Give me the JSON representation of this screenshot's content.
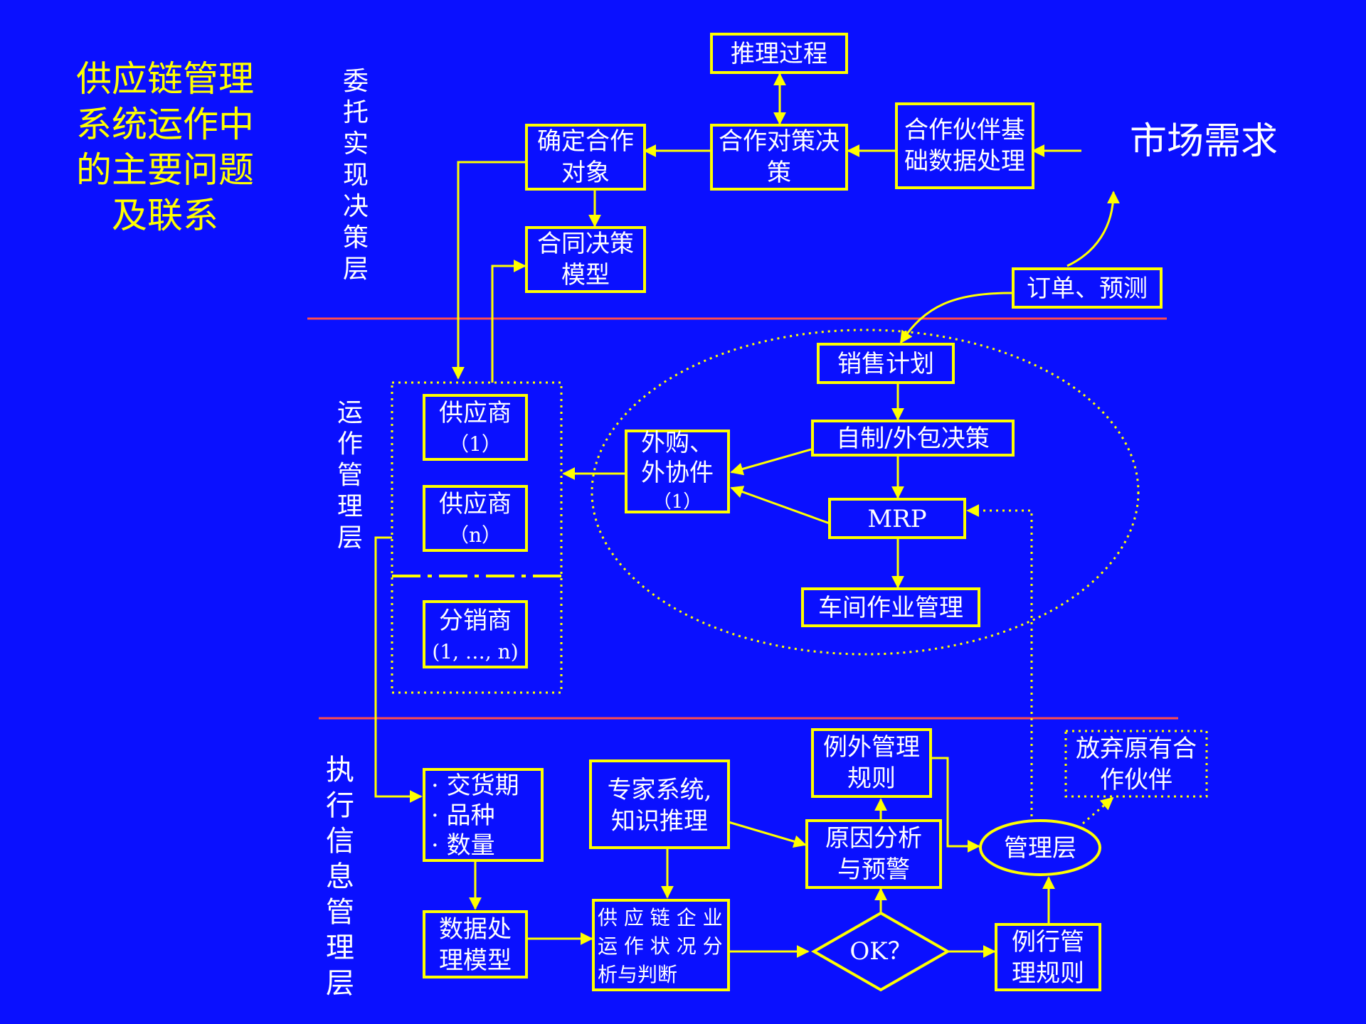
{
  "colors": {
    "background": "#0a10ff",
    "yellow": "#ffff00",
    "white": "#ffffff",
    "divider": "#ff4d4d"
  },
  "title": {
    "lines": [
      "供应链管理",
      "系统运作中",
      "的主要问题",
      "及联系"
    ]
  },
  "layers": {
    "top": [
      "委",
      "托",
      "实",
      "现",
      "决",
      "策",
      "层"
    ],
    "middle": [
      "运",
      "作",
      "管",
      "理",
      "层"
    ],
    "bottom": [
      "执",
      "行",
      "信",
      "息",
      "管",
      "理",
      "层"
    ]
  },
  "market_demand": "市场需求",
  "boxes": {
    "reasoning_process": [
      "推理过程"
    ],
    "cooperation_decision": [
      "合作对策决",
      "策"
    ],
    "partner_data": [
      "合作伙伴基",
      "础数据处理"
    ],
    "determine_partner": [
      "确定合作",
      "对象"
    ],
    "contract_model": [
      "合同决策",
      "模型"
    ],
    "orders_forecast": [
      "订单、预测"
    ],
    "sales_plan": [
      "销售计划"
    ],
    "make_or_buy": [
      "自制/外包决策"
    ],
    "mrp": [
      "MRP"
    ],
    "workshop": [
      "车间作业管理"
    ],
    "outsourced_parts": [
      "外购、",
      "外协件",
      "（1）"
    ],
    "supplier_1": [
      "供应商",
      "（1）"
    ],
    "supplier_n": [
      "供应商",
      "（n）"
    ],
    "distributor": [
      "分销商",
      "(1, …, n)"
    ],
    "delivery_info": [
      "· 交货期",
      "· 品种",
      "· 数量"
    ],
    "data_model": [
      "数据处",
      "理模型"
    ],
    "expert_system": [
      "专家系统,",
      "知识推理"
    ],
    "operation_analysis": [
      "供 应 链 企 业",
      "运 作 状 况 分",
      "析与判断"
    ],
    "exception_rules": [
      "例外管理",
      "规则"
    ],
    "cause_analysis": [
      "原因分析",
      "与预警"
    ],
    "ok_check": [
      "OK？"
    ],
    "management": [
      "管理层"
    ],
    "abandon_partner": [
      "放弃原有合",
      "作伙伴"
    ],
    "routine_rules": [
      "例行管",
      "理规则"
    ]
  }
}
